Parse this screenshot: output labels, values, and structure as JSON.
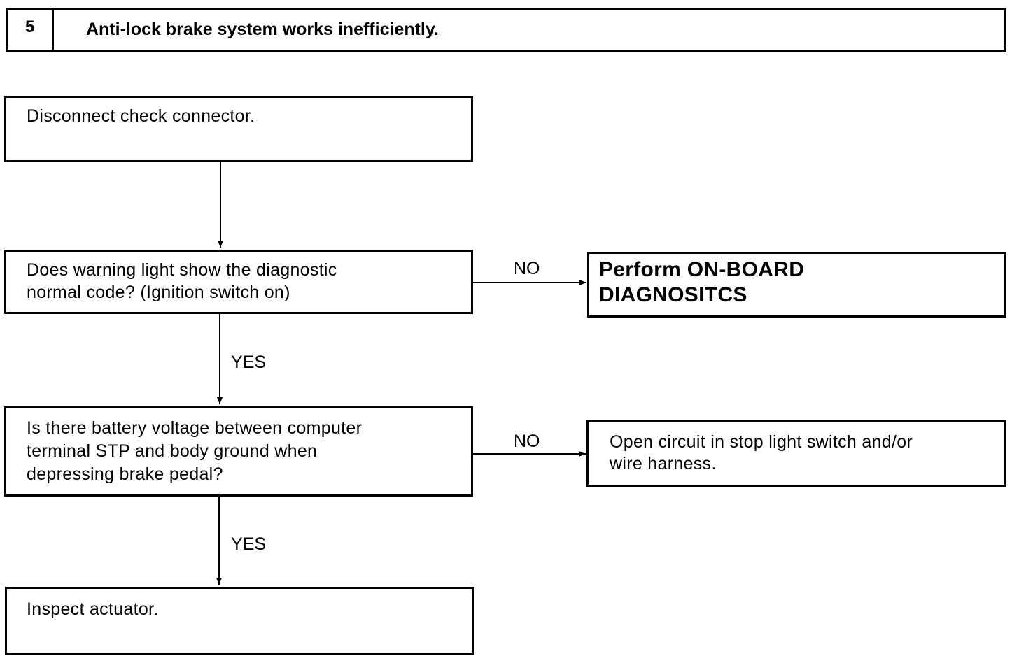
{
  "header": {
    "number": "5",
    "title": "Anti-lock brake system works inefficiently."
  },
  "steps": {
    "disconnect": "Disconnect check connector.",
    "warning_question": "Does warning light show the diagnostic\nnormal code? (Ignition switch on)",
    "battery_question": "Is there battery voltage between computer\nterminal STP and body ground when\ndepressing brake pedal?",
    "inspect": "Inspect actuator."
  },
  "outcomes": {
    "onboard": "Perform ON-BOARD\nDIAGNOSITCS",
    "open_circuit": "Open circuit in stop light switch and/or\nwire harness."
  },
  "labels": {
    "no_1": "NO",
    "yes_1": "YES",
    "no_2": "NO",
    "yes_2": "YES"
  }
}
